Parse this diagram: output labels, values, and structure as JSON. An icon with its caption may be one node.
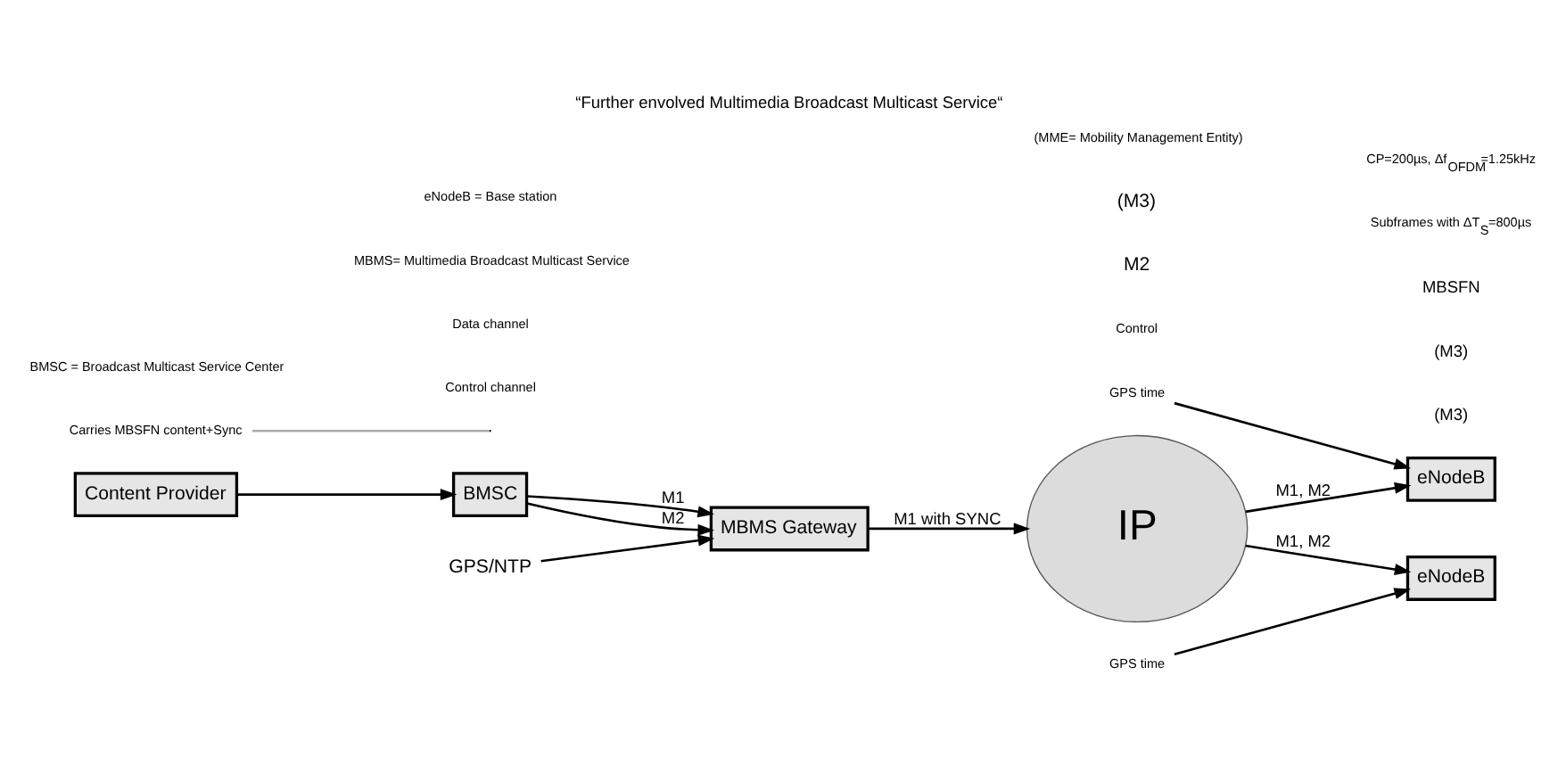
{
  "diagram": {
    "title": "“Further envolved Multimedia Broadcast Multicast Service“",
    "nodes": [
      {
        "text": [
          "Content Provider"
        ]
      },
      {
        "text": [
          "BMSC"
        ]
      },
      {
        "text": [
          "MBMS Gateway"
        ]
      },
      {
        "text": [
          "IP"
        ]
      },
      {
        "text": [
          "eNodeB"
        ]
      },
      {
        "text": [
          "eNodeB"
        ]
      },
      {
        "text": [
          "GPS/NTP"
        ]
      },
      {
        "text": [
          "GPS time"
        ]
      },
      {
        "text": [
          "GPS time"
        ]
      },
      {
        "text": [
          "Carries MBSFN content+Sync"
        ]
      }
    ],
    "edges": [
      {
        "from": 0,
        "to": 1,
        "arrow": "to"
      },
      {
        "from": 1,
        "to": 2,
        "arrow": "to",
        "label": "M2"
      },
      {
        "from": 1,
        "to": 2,
        "arrow": "to",
        "label": "M1"
      },
      {
        "from": 2,
        "to": 3,
        "arrow": "to",
        "label": "M1 with SYNC"
      },
      {
        "from": 3,
        "to": 4,
        "arrow": "to",
        "label": "M1, M2"
      },
      {
        "from": 3,
        "to": 5,
        "arrow": "to",
        "label": "M1, M2"
      },
      {
        "from": 6,
        "to": 2,
        "arrow": "to"
      },
      {
        "from": 7,
        "to": 4,
        "arrow": "to"
      },
      {
        "from": 8,
        "to": 5,
        "arrow": "to"
      },
      {
        "from": 9,
        "to": null,
        "arrow": "none",
        "color": "#aaaaaa"
      }
    ],
    "labels": [
      "Control channel",
      "Data channel",
      "Control",
      "M2",
      "(M3)",
      "(MME= Mobility Management Entity)",
      "(M3)",
      "(M3)",
      "MBSFN",
      "Subframes with ΔT$_{S}$=800µs",
      "CP=200µs, Δf$_{OFDM}$=1.25kHz",
      "BMSC = Broadcast Multicast Service Center",
      "MBMS= Multimedia Broadcast Multicast Service",
      "eNodeB = Base station"
    ]
  }
}
